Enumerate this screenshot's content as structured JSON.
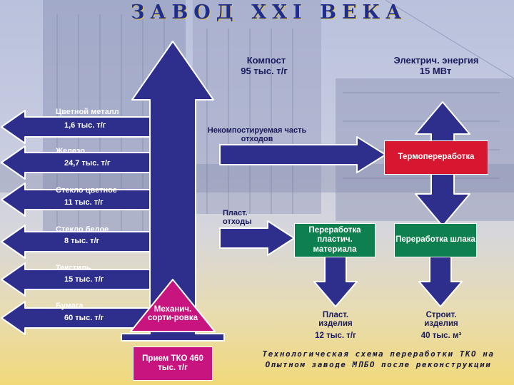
{
  "title": "ЗАВОД XXI ВЕКА",
  "outputs_left": [
    {
      "name": "Цветной металл",
      "amount": "1,6 тыс. т/г"
    },
    {
      "name": "Железо",
      "amount": "24,7 тыс. т/г"
    },
    {
      "name": "Стекло цветное",
      "amount": "11 тыс. т/г"
    },
    {
      "name": "Стекло белое",
      "amount": "8 тыс. т/г"
    },
    {
      "name": "Текстиль",
      "amount": "15 тыс. т/г"
    },
    {
      "name": "Бумага",
      "amount": "60 тыс. т/г"
    }
  ],
  "compost": {
    "name": "Компост",
    "amount": "95 тыс. т/г"
  },
  "electricity": {
    "name": "Электрич. энергия",
    "amount": "15 МВт"
  },
  "non_compost": "Некомпостируемая часть отходов",
  "plastic_waste": "Пласт. отходы",
  "boxes": {
    "thermo": "Термопереработка",
    "plastic_processing": "Переработка пластич. материала",
    "slag_processing": "Переработка шлака",
    "sorting": "Механич. сорти-ровка",
    "intake": "Прием ТКО 460 тыс. т/г"
  },
  "products": {
    "plastic": {
      "name": "Пласт. изделия",
      "amount": "12 тыс. т/г"
    },
    "building": {
      "name": "Строит. изделия",
      "amount": "40 тыс. м³"
    }
  },
  "caption": "Технологическая схема переработки ТКО на Опытном заводе МПБО после реконструкции",
  "colors": {
    "arrow": "#2e2e8c",
    "thermo": "#d7172f",
    "green": "#0e7f4e",
    "magenta": "#c8147e",
    "label": "#1a1a5c"
  }
}
